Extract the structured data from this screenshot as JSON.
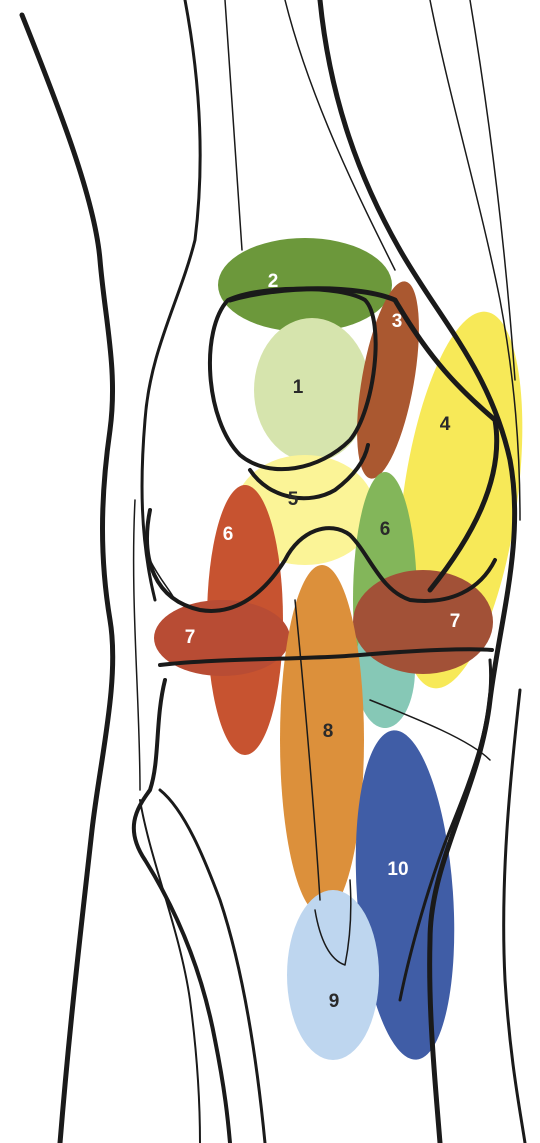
{
  "colors": {
    "background": "#ffffff",
    "outline": "#1a1a1a",
    "zone1": "#d3e2a6",
    "zone2": "#5f8f2a",
    "zone3": "#a34a1e",
    "zone4": "#f7e84a",
    "zone5": "#fbf38e",
    "zone6_left": "#c2441e",
    "zone6_right": "#78b04c",
    "zone7": "#b23d22",
    "zone8": "#d9862a",
    "zone9": "#b9d3ee",
    "zone10": "#2f4f9e",
    "overlap_teal": "#7cc4b0"
  },
  "zones": [
    {
      "id": "1",
      "label": "1",
      "label_color": "#2a2a2a"
    },
    {
      "id": "2",
      "label": "2",
      "label_color": "#ffffff"
    },
    {
      "id": "3",
      "label": "3",
      "label_color": "#ffffff"
    },
    {
      "id": "4",
      "label": "4",
      "label_color": "#2a2a2a"
    },
    {
      "id": "5",
      "label": "5",
      "label_color": "#2a2a2a"
    },
    {
      "id": "6L",
      "label": "6",
      "label_color": "#ffffff"
    },
    {
      "id": "6R",
      "label": "6",
      "label_color": "#2a2a2a"
    },
    {
      "id": "7L",
      "label": "7",
      "label_color": "#ffffff"
    },
    {
      "id": "7R",
      "label": "7",
      "label_color": "#ffffff"
    },
    {
      "id": "8",
      "label": "8",
      "label_color": "#2a2a2a"
    },
    {
      "id": "9",
      "label": "9",
      "label_color": "#2a2a2a"
    },
    {
      "id": "10",
      "label": "10",
      "label_color": "#ffffff"
    }
  ]
}
